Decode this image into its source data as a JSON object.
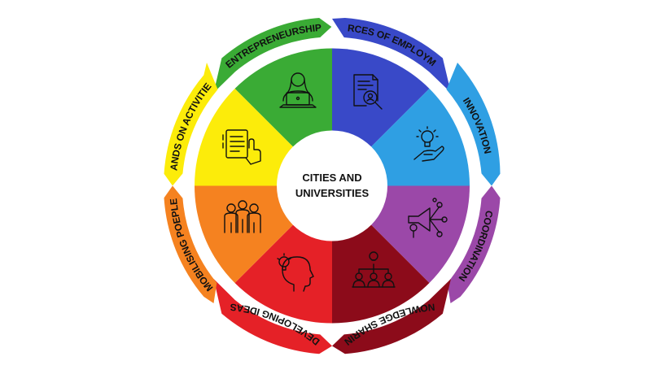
{
  "center": {
    "line1": "CITIES AND",
    "line2": "UNIVERSITIES"
  },
  "sectors": [
    {
      "id": "entrepreneurship",
      "label": "ENTREPRENEURSHIP",
      "color": "#3aab35",
      "icon": "person-laptop-icon"
    },
    {
      "id": "sources",
      "label": "SOURCES OF EMPLOYMENT",
      "color": "#3949c8",
      "icon": "resume-magnifier-icon"
    },
    {
      "id": "innovation",
      "label": "INNOVATION",
      "color": "#2f9fe3",
      "icon": "lightbulb-hand-icon"
    },
    {
      "id": "coordination",
      "label": "COORDINATION",
      "color": "#9b48a8",
      "icon": "megaphone-network-icon"
    },
    {
      "id": "knowledge",
      "label": "KNOWLEDGE SHARING",
      "color": "#8c0b1a",
      "icon": "team-idea-icon"
    },
    {
      "id": "ideas",
      "label": "DEVELOPING IDEAS",
      "color": "#e52127",
      "icon": "head-lightbulb-icon"
    },
    {
      "id": "mobilising",
      "label": "MOBILISING POEPLE",
      "color": "#f58220",
      "icon": "group-people-icon"
    },
    {
      "id": "hands",
      "label": "HANDS ON ACTIVITIES",
      "color": "#fcec0a",
      "icon": "document-pointer-icon"
    }
  ]
}
